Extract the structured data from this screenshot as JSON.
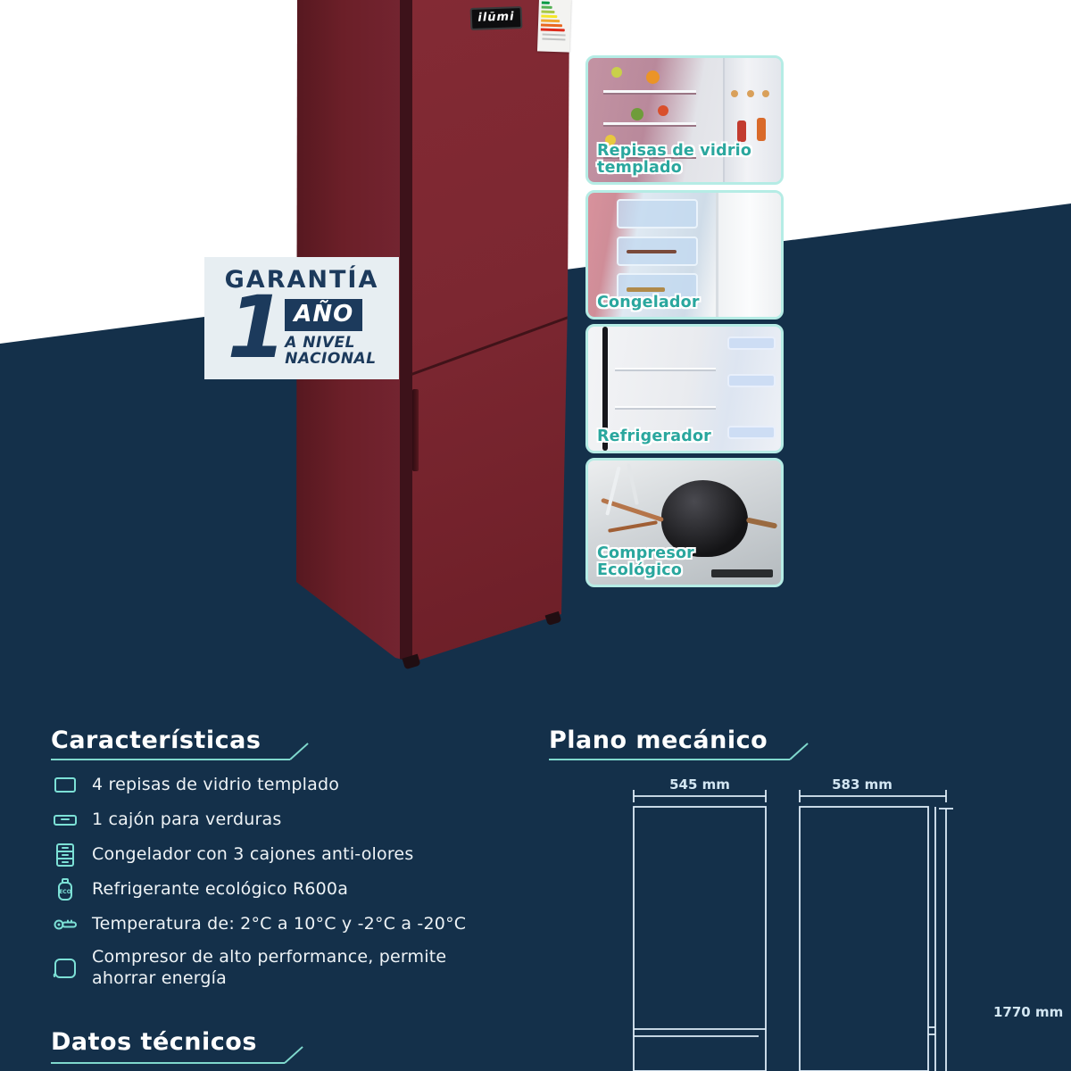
{
  "brand": {
    "logo": "ilūmi"
  },
  "warranty": {
    "title": "GARANTÍA",
    "number": "1",
    "unit": "AÑO",
    "scope_line1": "A NIVEL",
    "scope_line2": "NACIONAL"
  },
  "feature_cards": [
    {
      "label": "Repisas de vidrio templado"
    },
    {
      "label": "Congelador"
    },
    {
      "label": "Refrigerador"
    },
    {
      "label": "Compresor Ecológico"
    }
  ],
  "caracteristicas": {
    "title": "Características",
    "items": [
      {
        "icon": "shelf-icon",
        "text": "4 repisas de vidrio templado"
      },
      {
        "icon": "drawer-icon",
        "text": "1 cajón para verduras"
      },
      {
        "icon": "freezer-drawers-icon",
        "text": "Congelador con 3 cajones anti-olores"
      },
      {
        "icon": "eco-gas-icon",
        "text": "Refrigerante ecológico R600a"
      },
      {
        "icon": "thermometer-icon",
        "text": "Temperatura de: 2°C a 10°C y -2°C a -20°C"
      },
      {
        "icon": "compressor-icon",
        "text": "Compresor de alto performance, permite ahorrar energía"
      }
    ]
  },
  "plano_mecanico": {
    "title": "Plano mecánico",
    "front_width": "545 mm",
    "side_depth": "583 mm",
    "height": "1770 mm"
  },
  "datos_tecnicos": {
    "title": "Datos técnicos"
  },
  "colors": {
    "navy": "#14304a",
    "accent_teal": "#7fd8cd",
    "card_border": "#b5ece5",
    "card_label_teal": "#2aa79e",
    "fridge_red": "#7d2731",
    "badge_bg": "#e7eef2",
    "badge_navy": "#1c3a5c"
  }
}
